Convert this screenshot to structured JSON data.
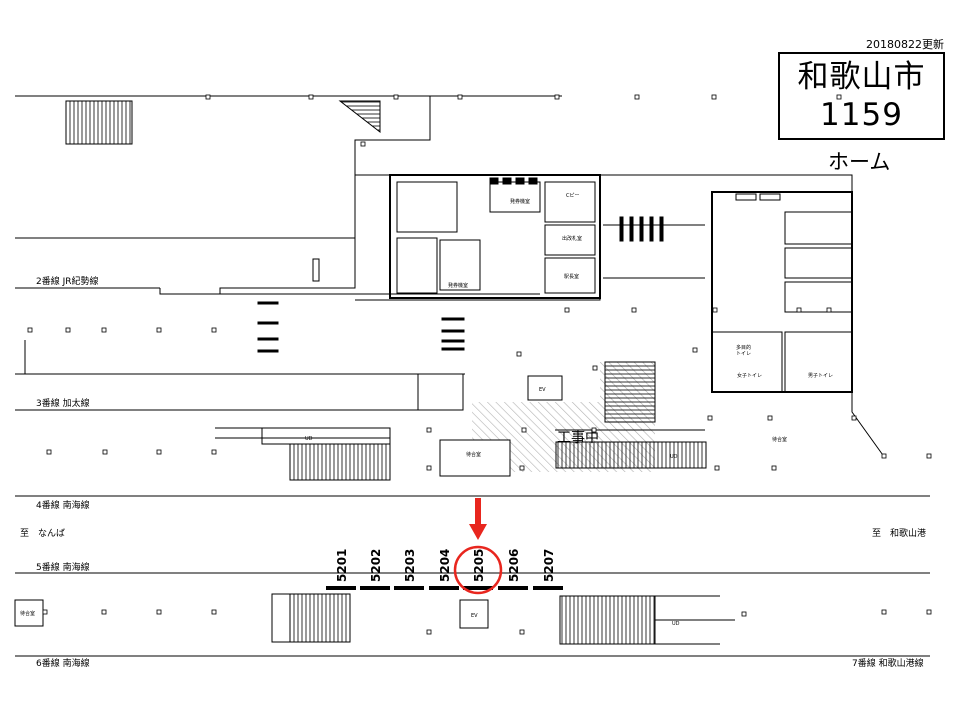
{
  "update_date": "20180822更新",
  "station": {
    "name": "和歌山市",
    "code": "1159",
    "floor": "ホーム"
  },
  "tracks": [
    {
      "label": "2番線 JR紀勢線"
    },
    {
      "label": "3番線 加太線"
    },
    {
      "label": "4番線 南海線"
    },
    {
      "label": "5番線 南海線"
    },
    {
      "label": "6番線 南海線"
    },
    {
      "label": "7番線 和歌山港線"
    }
  ],
  "directions": {
    "left": "至　なんば",
    "right": "至　和歌山港"
  },
  "rooms": {
    "ticket_office": "発券機室",
    "ticket_office_2": "発券機室",
    "copy": "Cピー",
    "gate": "出改札室",
    "station_office": "駅長室",
    "multipurpose_toilet": "多目的\nトイレ",
    "women_toilet": "女子トイレ",
    "men_toilet": "男子トイレ",
    "waiting_room_1": "待合室",
    "waiting_room_2": "待合室",
    "waiting_room_3": "待合室",
    "ev_1": "EV",
    "ev_2": "EV",
    "ud_1": "UD",
    "ud_2": "UD",
    "ud_3": "UD"
  },
  "construction_label": "工事中",
  "ad_spots": [
    "5201",
    "5202",
    "5203",
    "5204",
    "5205",
    "5206",
    "5207"
  ],
  "highlighted_spot": "5205",
  "colors": {
    "highlight": "#e8261e",
    "line": "#000000",
    "hatch": "#b0b0b0"
  }
}
